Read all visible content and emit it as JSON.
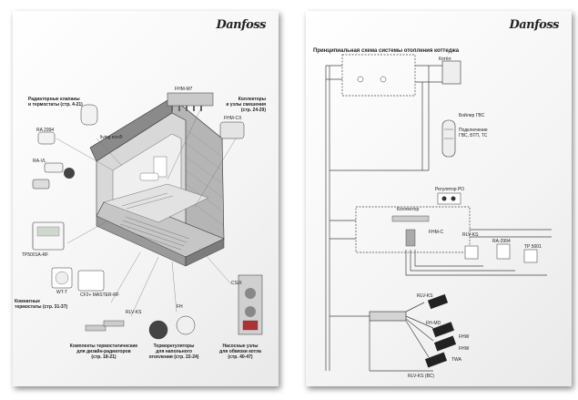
{
  "brand": "Danfoss",
  "left_page": {
    "callouts": {
      "radiator_heading_1": "Радиаторные клапаны",
      "radiator_heading_2": "и термостаты (стр. 4-21)",
      "ra2994": "RA 2994",
      "living": "living eco®",
      "ravl": "RA-VL",
      "fhm_top": "FHM-M7",
      "collectors_1": "Коллекторы",
      "collectors_2": "и узлы смешения",
      "collectors_3": "(стр. 24-29)",
      "fhm_cx": "FHM-CX",
      "tp5001": "TP5001A-RF",
      "wt": "WT-T",
      "cf": "CF2+ MASTER-RF",
      "room_thermo_1": "Комнатные",
      "room_thermo_2": "термостаты (стр. 31-37)",
      "rlv": "RLV-KS",
      "fh": "FH",
      "cs": "CS/X",
      "kit_1": "Комплекты термостатические",
      "kit_2": "для дизайн-радиаторов",
      "kit_3": "(стр. 18-21)",
      "thermo_reg_1": "Терморегуляторы",
      "thermo_reg_2": "для напольного",
      "thermo_reg_3": "отопления (стр. 22-24)",
      "pump_1": "Насосные узлы",
      "pump_2": "для обвязки котла",
      "pump_3": "(стр. 40-47)"
    }
  },
  "right_page": {
    "title": "Принципиальная схема системы отопления коттеджа",
    "labels": {
      "boiler": "Котёл",
      "dhw_1": "Бойлер ГВС",
      "dhw_2": "Подключение",
      "dhw_3": "ГВС, БТП, ТС",
      "r1": "Регулятор РО",
      "r2": "Коллектор",
      "r3": "FHM-C",
      "r4": "RLV-KS",
      "r5": "RA-2994",
      "r6": "TP 5001",
      "r7": "RLV-KS",
      "r8": "FH-MD",
      "r9": "FHW",
      "r10": "FHW",
      "r11": "TWA",
      "r12": "RLV-KS (ВС)"
    }
  }
}
